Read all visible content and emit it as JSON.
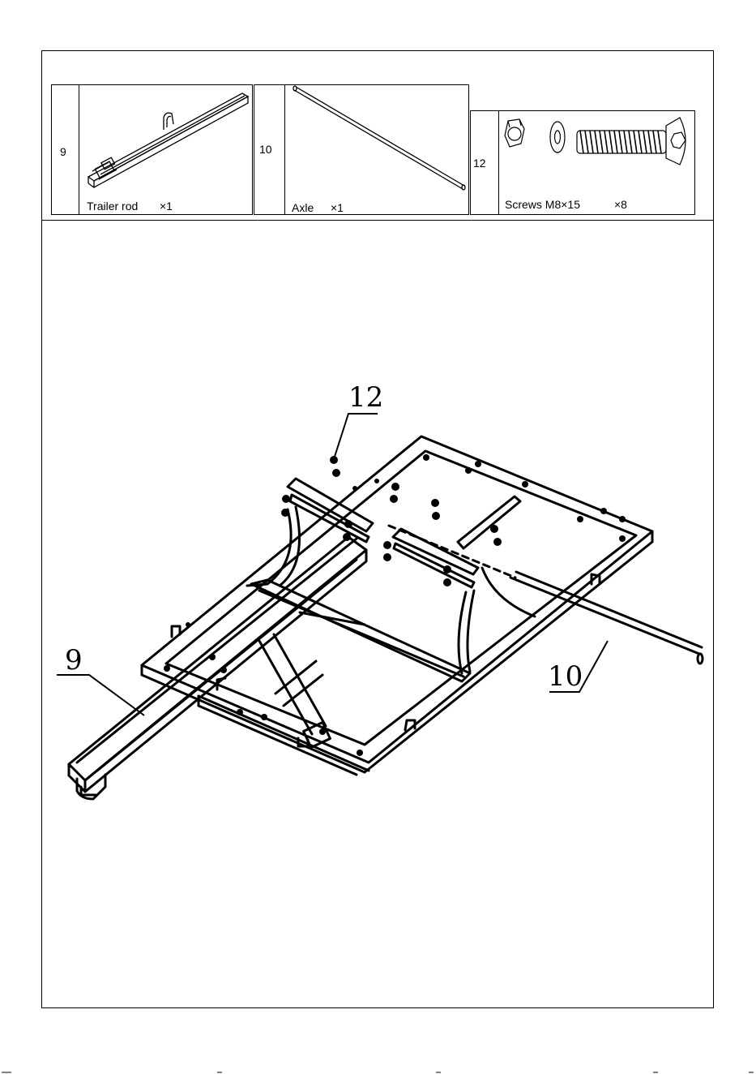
{
  "parts": [
    {
      "id": "part-9",
      "number": "9",
      "name": "Trailer rod",
      "qty": "×1"
    },
    {
      "id": "part-10",
      "number": "10",
      "name": "Axle",
      "qty": "×1"
    },
    {
      "id": "part-12",
      "number": "12",
      "name": "Screws M8×15",
      "qty": "×8"
    }
  ],
  "callouts": {
    "c12": "12",
    "c9": "9",
    "c10": "10"
  }
}
